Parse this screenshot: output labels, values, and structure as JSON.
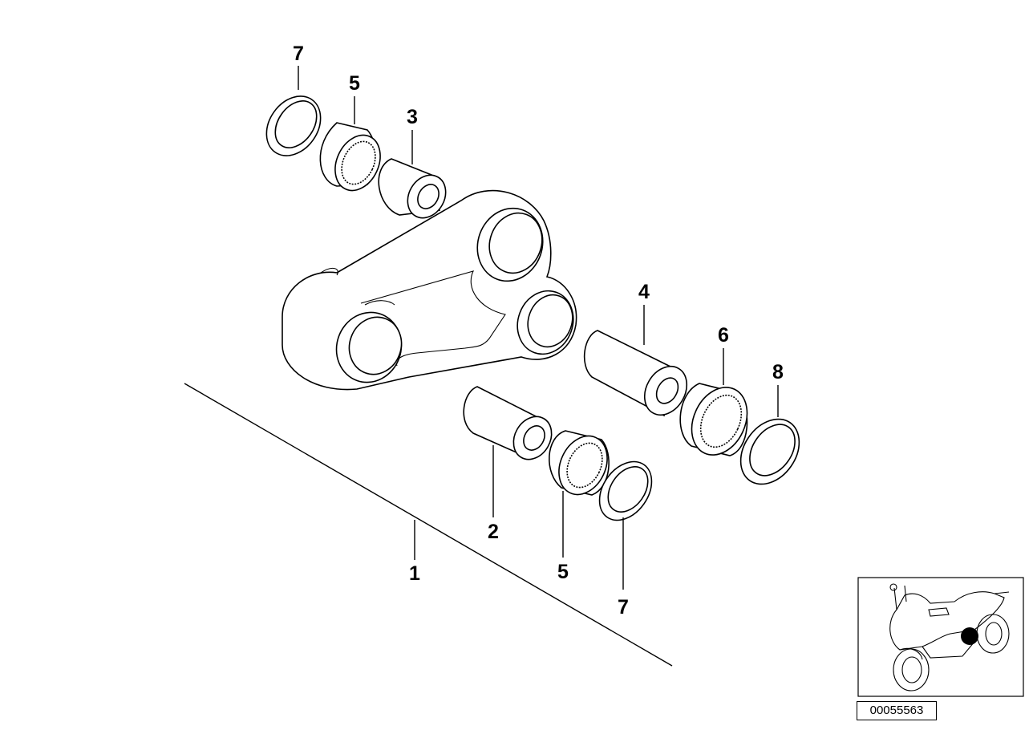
{
  "diagram": {
    "callouts": {
      "c1": "1",
      "c2": "2",
      "c3": "3",
      "c4": "4",
      "c5_top": "5",
      "c5_bottom": "5",
      "c6": "6",
      "c7_top": "7",
      "c7_bottom": "7",
      "c8": "8"
    },
    "reference_code": "00055563",
    "locator_icon": "motorcycle-locator-icon"
  }
}
